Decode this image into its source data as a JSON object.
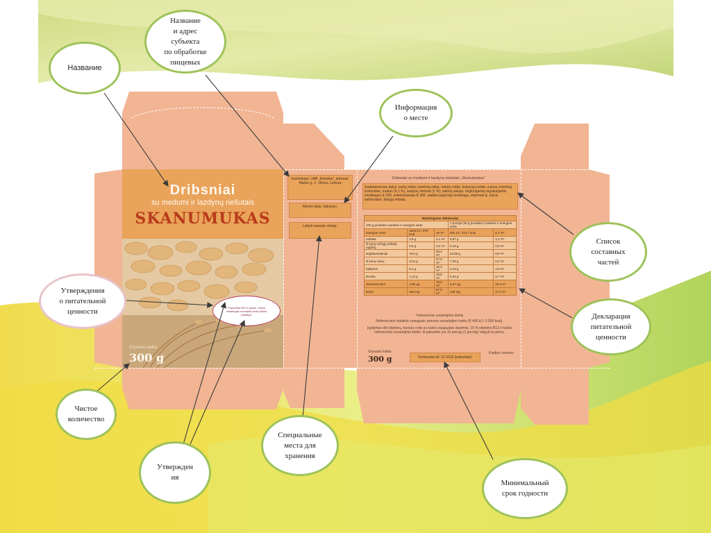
{
  "package": {
    "name_line1": "Dribsniai",
    "name_line2": "su medumi ir lazdynų riešutais",
    "brand": "SKANUMUKAS",
    "net_weight": "300 g",
    "net_weight_label": "Grynasis kiekis",
    "producer_text": "Gamintojas: UAB „Rokiskis“, adresas: Maisto g. 1, Vilnius, Lietuva",
    "origin_text": "Kilmės šalis: Sakartyo.",
    "storage_text": "Laikyti sausoje vietoje.",
    "back_title": "Dribsniai su medumi ir lazdynų riešutais „Skanumukas“",
    "ingredients_text": "Sudedamosios dalys: avižų miltai, kvietinių miltai, miežių miltai, kukurūzų miltai, cukrus, kvietinių krakmolas, medus (5,1 %), lazdynų riešutai (2 %), palmių aliejus, ringlūngamių reguliuojantis medžiagos E 339, antioksidantas E 306, stabilizuojančioji medžiaga, vitaminai E, kalcis kalloksatas, tirpiųjų riebalų.",
    "table_title": "Maistingumo deklaracija",
    "table_header": [
      "100 g produkto maistinė ir energinė vertė",
      "1 porcija (30 g produkto) maistinė ir energinė vertė"
    ],
    "table_rows": [
      [
        "energinė vertė",
        "1604 kJ / 379 kcal",
        "19 %*",
        "481 kJ / 113,7 kcal",
        "5,7 %*"
      ],
      [
        "riebalai",
        "2,9 g",
        "4,1 %*",
        "0,87 g",
        "1,2 %*"
      ],
      [
        "iš kurių sočiųjų riebalų rūgščių",
        "0,6 g",
        "3,0 %*",
        "0,18 g",
        "0,9 %*"
      ],
      [
        "angliavandeniai",
        "76,5 g",
        "29,4 %*",
        "22,95 g",
        "8,8 %*"
      ],
      [
        "iš kurių cukrų",
        "24,5 g",
        "27,0 %*",
        "7,35 g",
        "8,2 %*"
      ],
      [
        "baltymai",
        "8,1 g",
        "16,2 %*",
        "2,43 g",
        "4,9 %*"
      ],
      [
        "druska",
        "1,12 g",
        "18,8 %*",
        "0,34 g",
        "5,7 %*"
      ],
      [
        "vitaminas B12",
        "1,96 μg",
        "78,0 %*",
        "0,57 μg",
        "22,8 %*"
      ],
      [
        "kalcis",
        "460 mg",
        "57,5 %*",
        "138 mg",
        "17,2 %*"
      ]
    ],
    "reference_note": "*referencinis suvartojimo kiekis",
    "reference_text": "Referencinis vidutinio suaugusio asmens suvartojimo kiekis (8 400 kJ / 2 000 kcal).",
    "nutrition_notes": "Įspėjimas dėl vitaminų, kuriuos rodo su kalcio naujausias dozėmis, 15 % vitamino B12 ir kalcio referencinis suvartojimo kiekis. Iš pakuotės yra 10 porcijų (1 porcija) Valgyti su pienu.",
    "best_before_label": "Geriausias iki: 12-2015 (pakuotėje)",
    "partijos_label": "Partijos numeris",
    "claim_text": "Praturtinta B12 ir kalciu. Kalcis reikalingas normaliai kaulų būklei palaikyti."
  },
  "annotations": {
    "name": "Название",
    "producer": "Название\nи адрес\nсубъекта\nпо обработке\nпищевых",
    "origin": "Информация\nо месте",
    "ingredients": "Список\nсоставных\nчастей",
    "nutrition_claims": "Утверждения\nо питательной\nценности",
    "nutrition_declaration": "Декларация\nпитательной\nценности",
    "net_quantity": "Чистое\nколичество",
    "claims": "Утвержден\nия",
    "storage": "Специальные\nместа для\nхранения",
    "best_before": "Минимальный\nсрок годности"
  },
  "colors": {
    "box": "#f1b594",
    "panel_accent": "#e9a35a",
    "brand": "#b83a1a",
    "bubble_border": "#9dc25a"
  }
}
